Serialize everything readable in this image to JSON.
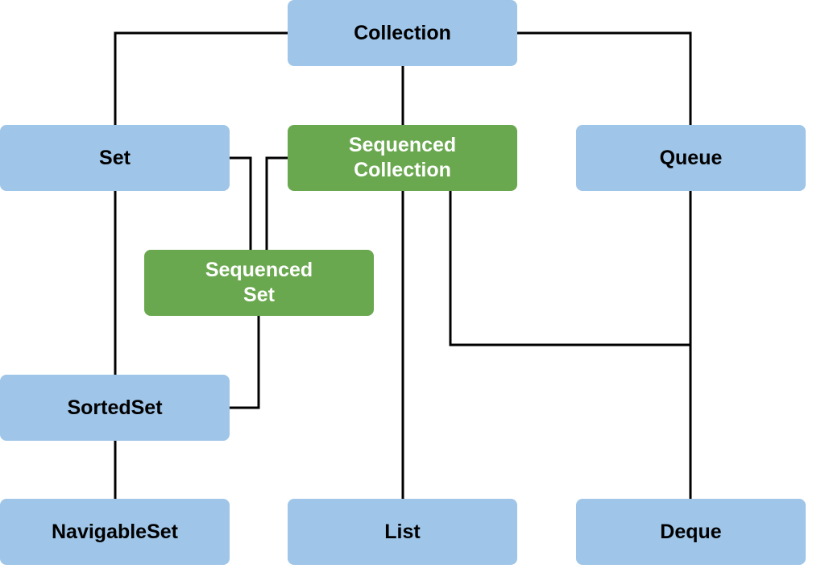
{
  "diagram": {
    "colors": {
      "base_interface": "#9fc5e8",
      "sequenced_interface": "#6aa84f",
      "connector": "#000000"
    },
    "nodes": {
      "collection": "Collection",
      "set": "Set",
      "sequenced_collection": "Sequenced\nCollection",
      "queue": "Queue",
      "sequenced_set": "Sequenced\nSet",
      "sorted_set": "SortedSet",
      "navigable_set": "NavigableSet",
      "list": "List",
      "deque": "Deque"
    },
    "edges": [
      {
        "from": "Collection",
        "to": "Set"
      },
      {
        "from": "Collection",
        "to": "Sequenced Collection"
      },
      {
        "from": "Collection",
        "to": "Queue"
      },
      {
        "from": "Set",
        "to": "Sequenced Set"
      },
      {
        "from": "Sequenced Collection",
        "to": "Sequenced Set"
      },
      {
        "from": "Set",
        "to": "SortedSet"
      },
      {
        "from": "Sequenced Set",
        "to": "SortedSet"
      },
      {
        "from": "SortedSet",
        "to": "NavigableSet"
      },
      {
        "from": "Sequenced Collection",
        "to": "List"
      },
      {
        "from": "Sequenced Collection",
        "to": "Deque"
      },
      {
        "from": "Queue",
        "to": "Deque"
      }
    ]
  }
}
